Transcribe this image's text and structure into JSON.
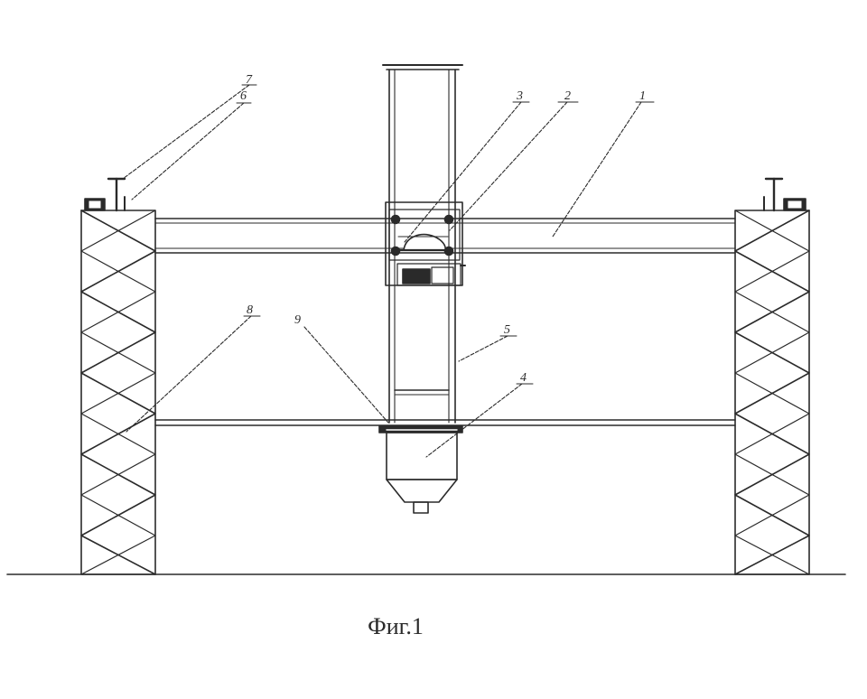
{
  "figure": {
    "caption": "Фиг.1",
    "callouts": [
      {
        "id": "1",
        "label": "1"
      },
      {
        "id": "2",
        "label": "2"
      },
      {
        "id": "3",
        "label": "3"
      },
      {
        "id": "4",
        "label": "4"
      },
      {
        "id": "5",
        "label": "5"
      },
      {
        "id": "6",
        "label": "6"
      },
      {
        "id": "7",
        "label": "7"
      },
      {
        "id": "8",
        "label": "8"
      },
      {
        "id": "9",
        "label": "9"
      }
    ]
  },
  "colors": {
    "ink": "#2a2a2a",
    "background": "#ffffff"
  }
}
